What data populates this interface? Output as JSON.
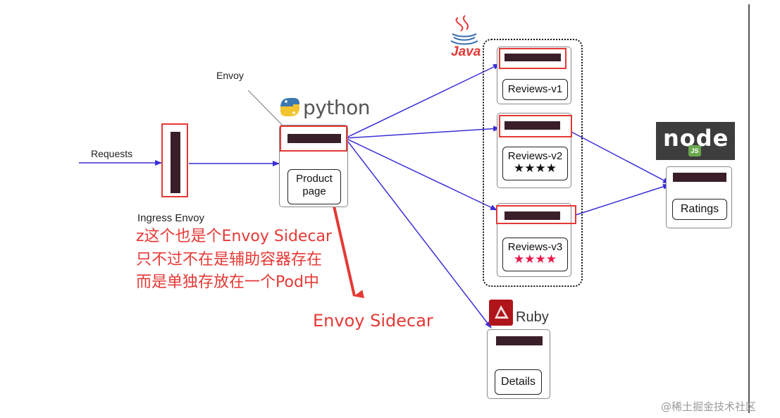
{
  "labels": {
    "requests": "Requests",
    "envoy": "Envoy",
    "ingress_envoy": "Ingress Envoy",
    "python": "python",
    "java": "Java",
    "ruby": "Ruby",
    "node": "node",
    "node_badge": "JS"
  },
  "services": {
    "product_page_line1": "Product",
    "product_page_line2": "page",
    "reviews_v1": "Reviews-v1",
    "reviews_v2": "Reviews-v2",
    "reviews_v2_stars": "★★★★",
    "reviews_v3": "Reviews-v3",
    "reviews_v3_stars": "★★★★",
    "ratings": "Ratings",
    "details": "Details"
  },
  "annotation": {
    "line1": "z这个也是个Envoy Sidecar",
    "line2": "只不过不在是辅助容器存在",
    "line3": "而是单独存放在一个Pod中",
    "sidecar": "Envoy Sidecar"
  },
  "watermark": "@稀土掘金技术社区",
  "colors": {
    "arrow": "#3a2fd6",
    "annotation": "#e53935",
    "envoy_bar": "#3a1f2a",
    "black_stars": "#111111",
    "red_stars": "#e8174a"
  }
}
